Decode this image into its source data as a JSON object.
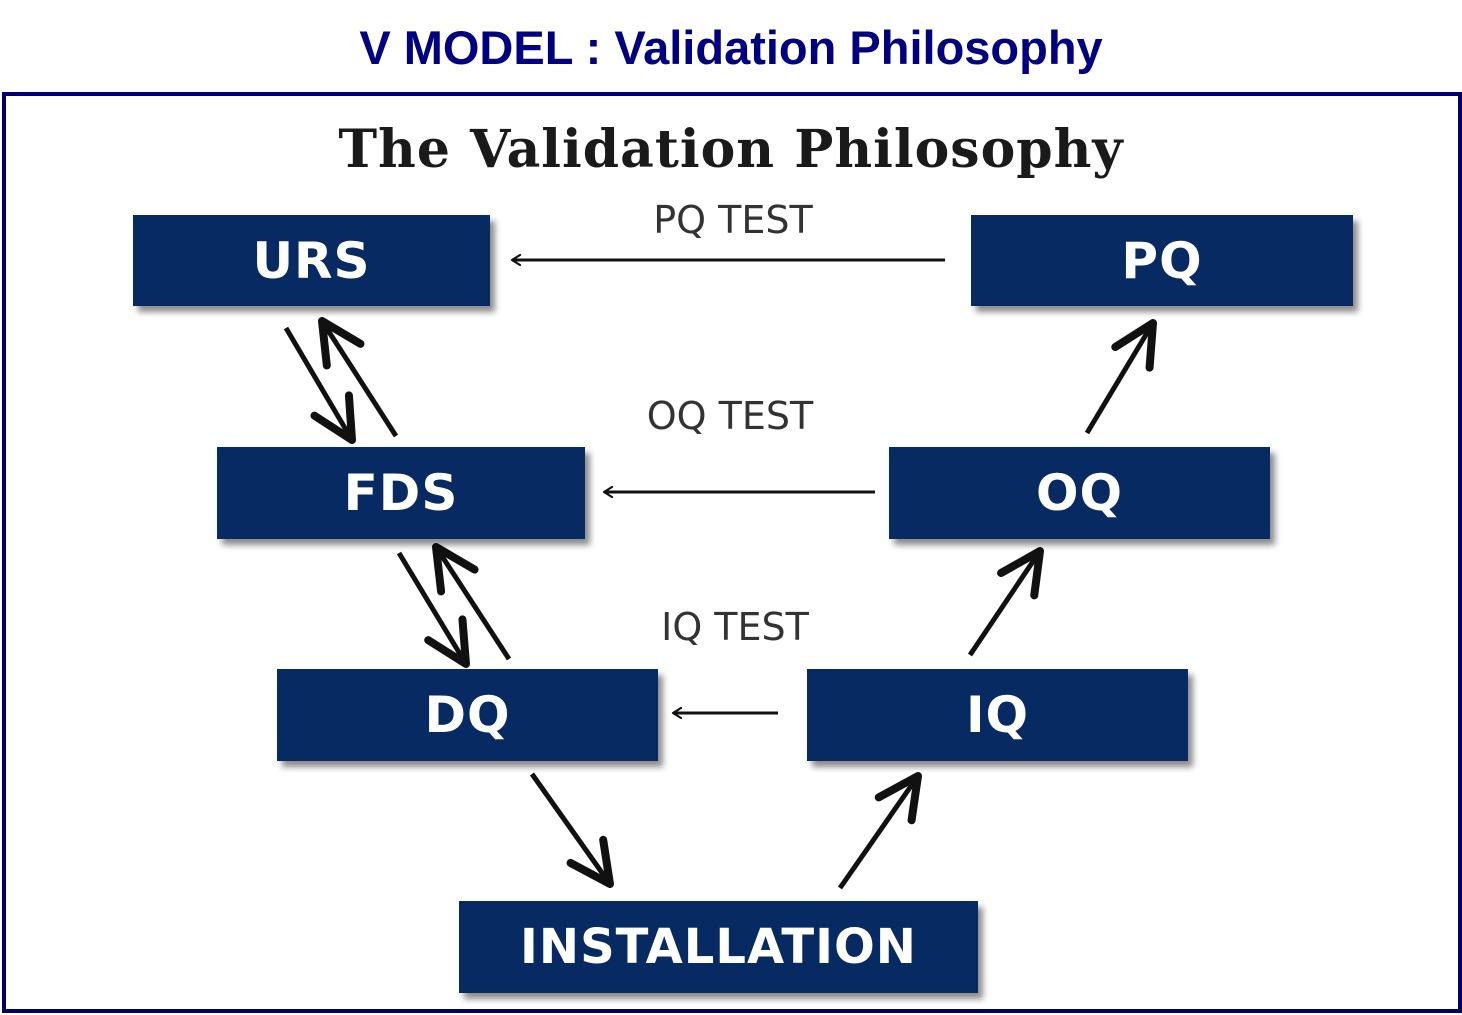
{
  "slide": {
    "title": "V MODEL : Validation Philosophy",
    "title_color": "#000080",
    "frame_color": "#000066"
  },
  "figure": {
    "title": "The Validation Philosophy",
    "box_color": "#072a63",
    "box_text_color": "#ffffff"
  },
  "boxes": {
    "urs": "URS",
    "fds": "FDS",
    "dq": "DQ",
    "installation": "INSTALLATION",
    "iq": "IQ",
    "oq": "OQ",
    "pq": "PQ"
  },
  "tests": {
    "pq": "PQ TEST",
    "oq": "OQ TEST",
    "iq": "IQ TEST"
  }
}
